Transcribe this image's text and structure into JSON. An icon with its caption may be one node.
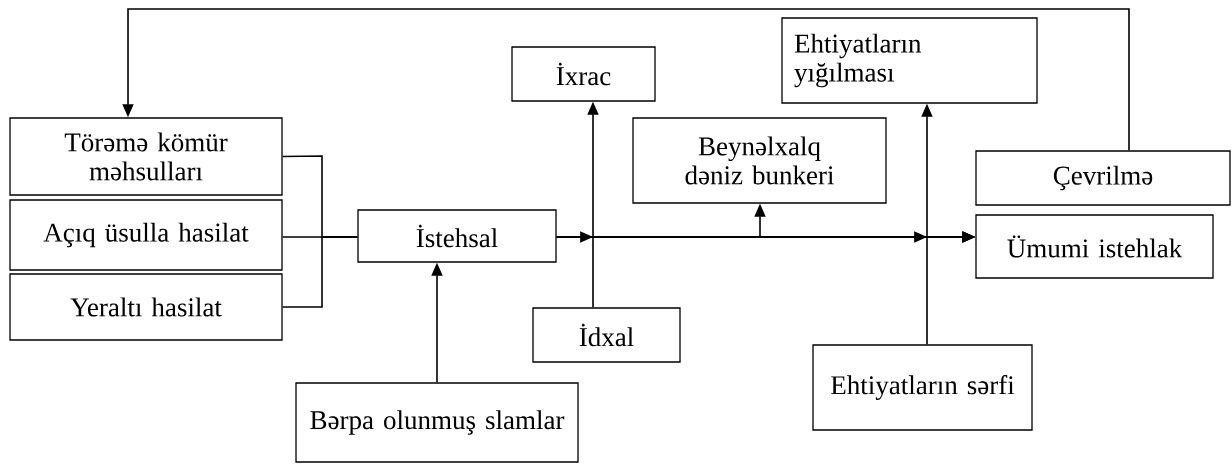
{
  "diagram": {
    "nodes": [
      {
        "text": [
          "Törəmə kömür məhsulları"
        ]
      },
      {
        "text": [
          "Açıq üsulla hasilat"
        ]
      },
      {
        "text": [
          "Yeraltı hasilat"
        ]
      },
      {
        "text": [
          "İstehsal"
        ]
      },
      {
        "text": [
          "Bərpa olunmuş slamlar"
        ]
      },
      {
        "text": [
          "İdxal"
        ]
      },
      {
        "text": [
          "İxrac"
        ]
      },
      {
        "text": [
          "Beynəlxalq dəniz bunkeri"
        ]
      },
      {
        "text": [
          "Ehtiyatların yığılması"
        ]
      },
      {
        "text": [
          "Ehtiyatların sərfi"
        ]
      },
      {
        "text": [
          "Çevrilmə"
        ]
      },
      {
        "text": [
          "Ümumi istehlak"
        ]
      }
    ],
    "edges": [
      {
        "from": 0,
        "to": 3,
        "arrow": "none"
      },
      {
        "from": 1,
        "to": 3,
        "arrow": "none"
      },
      {
        "from": 2,
        "to": 3,
        "arrow": "none"
      },
      {
        "from": 4,
        "to": 3,
        "arrow": "to"
      },
      {
        "from": 3,
        "to": 11,
        "arrow": "to"
      },
      {
        "from": 3,
        "to": 6,
        "arrow": "to"
      },
      {
        "from": 3,
        "to": 7,
        "arrow": "to"
      },
      {
        "from": 3,
        "to": 8,
        "arrow": "to"
      },
      {
        "from": 5,
        "to": 11,
        "arrow": "to"
      },
      {
        "from": 9,
        "to": 11,
        "arrow": "to"
      },
      {
        "from": 10,
        "to": 0,
        "arrow": "to"
      }
    ]
  }
}
